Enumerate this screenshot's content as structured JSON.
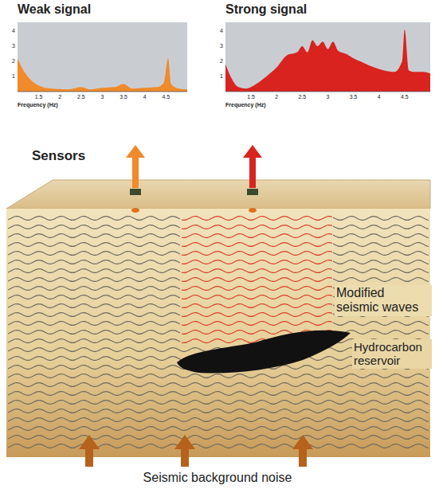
{
  "diagram": {
    "labels": [
      "Weak signal",
      "4",
      "3",
      "2",
      "1",
      "1.5",
      "2",
      "2.5",
      "3",
      "3.5",
      "4",
      "4.5",
      "Frequency (Hz)",
      "Strong signal",
      "4",
      "3",
      "2",
      "1",
      "1.5",
      "2",
      "2.5",
      "3",
      "3.5",
      "4",
      "4.5",
      "Frequency (Hz)",
      "Sensors",
      "Modified seismic waves",
      "Hydrocarbon reservoir",
      "Seismic background noise"
    ]
  }
}
